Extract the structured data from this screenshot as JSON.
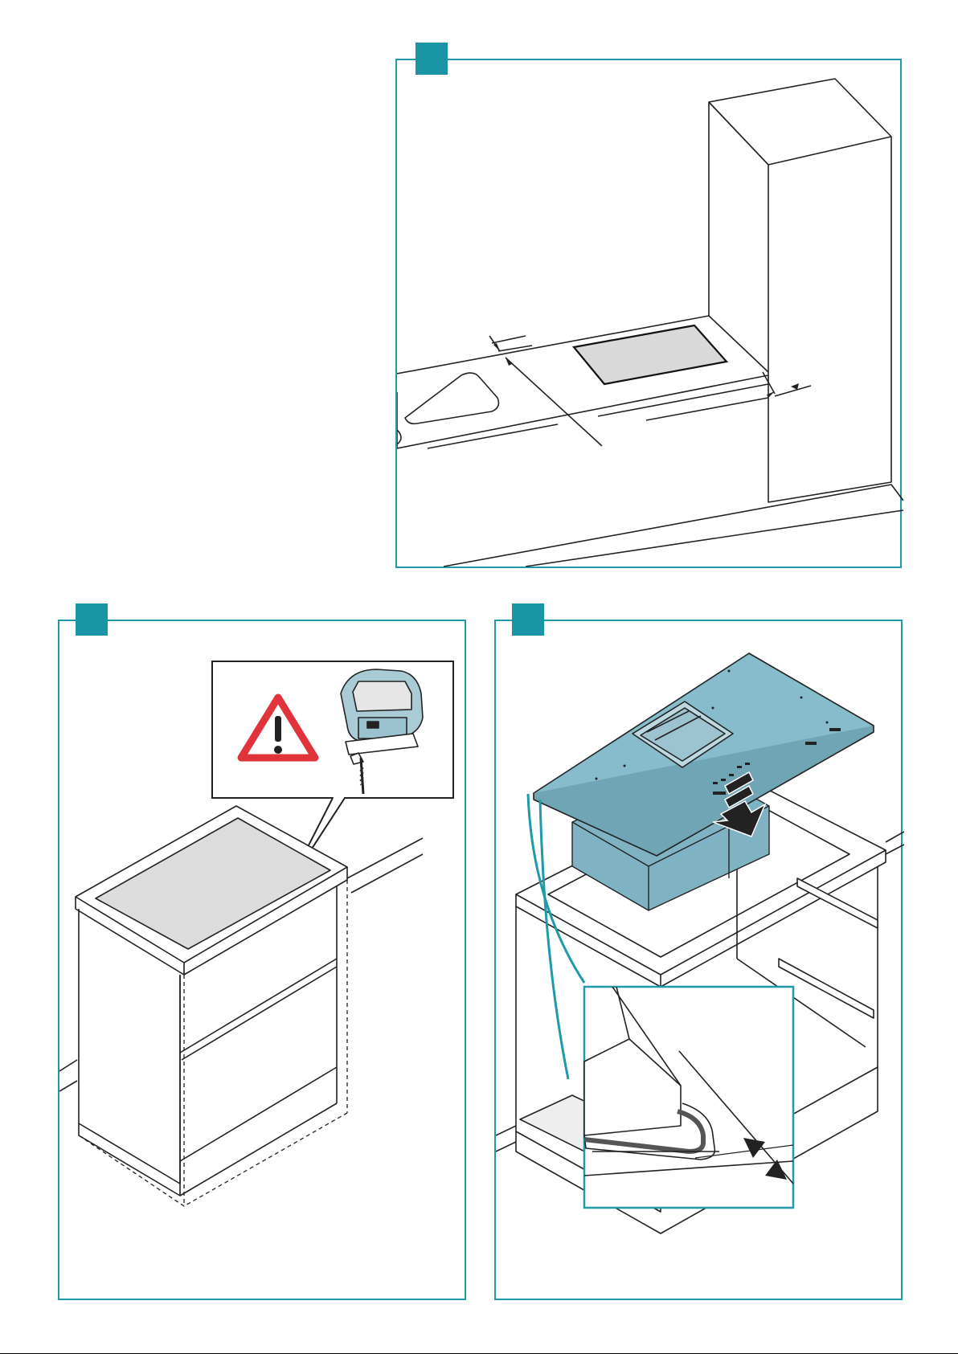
{
  "panels": [
    {
      "id": "top",
      "step_badge": ""
    },
    {
      "id": "bottom-left",
      "step_badge": ""
    },
    {
      "id": "bottom-right",
      "step_badge": ""
    }
  ],
  "colors": {
    "frame": "#1f9aa8",
    "badge": "#1a95a6",
    "hob_blue": "#86bccb",
    "cutout_grey": "#dcdcdc",
    "warning_red": "#e0343a"
  },
  "icons": [
    "warning-triangle-icon",
    "jigsaw-icon",
    "down-arrow-icon"
  ]
}
